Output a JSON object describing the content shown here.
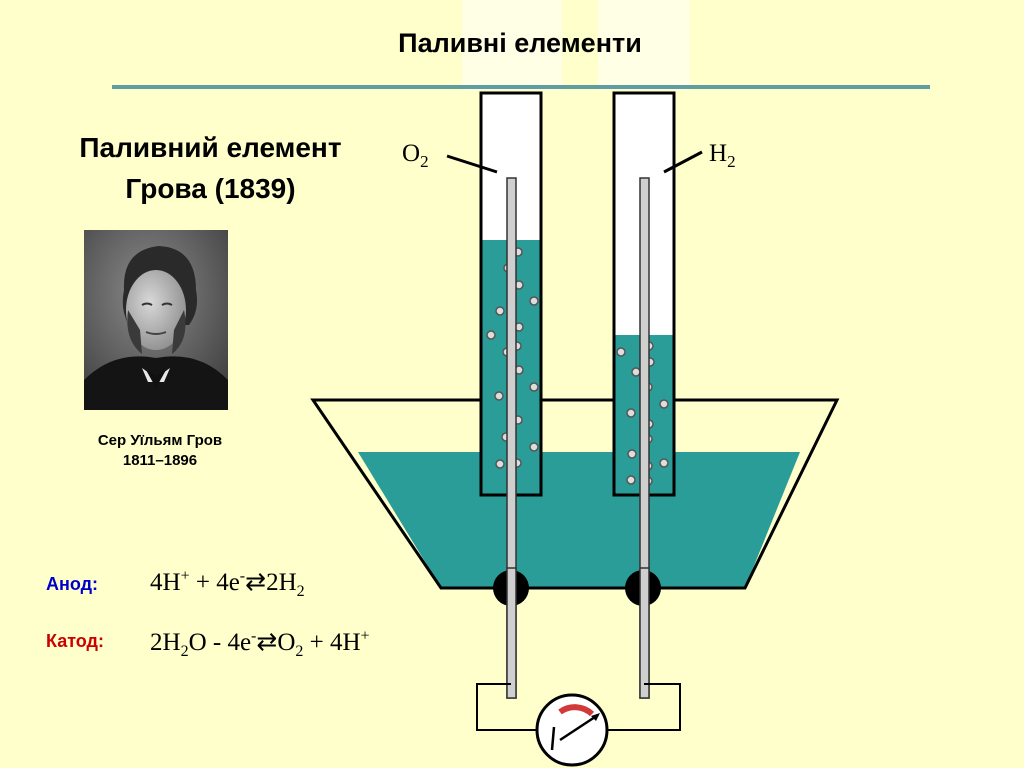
{
  "header": {
    "title": "Паливні елементи"
  },
  "section": {
    "title_line1": "Паливний елемент",
    "title_line2": "Грова (1839)"
  },
  "portrait": {
    "name": "Сер Уїльям Гров",
    "years": "1811–1896"
  },
  "diagram": {
    "left_gas": "O",
    "left_gas_sub": "2",
    "right_gas": "H",
    "right_gas_sub": "2"
  },
  "equations": {
    "anode": {
      "label": "Анод:",
      "label_color": "#0000cc",
      "lhs": "4H",
      "lhs_sup": "+",
      "mid": " + 4e",
      "mid_sup": "-",
      "arrow": "⇄",
      "rhs": "2H",
      "rhs_sub": "2"
    },
    "cathode": {
      "label": "Катод:",
      "label_color": "#cc0000",
      "part1": "2H",
      "part1_sub": "2",
      "part2": "O - 4e",
      "part2_sup": "-",
      "arrow": "⇄",
      "part3": "O",
      "part3_sub": "2",
      "part4": " + 4H",
      "part4_sup": "+"
    }
  },
  "colors": {
    "background": "#ffffcc",
    "electrolyte": "#2a9d99",
    "rule": "#5f9ea0"
  }
}
